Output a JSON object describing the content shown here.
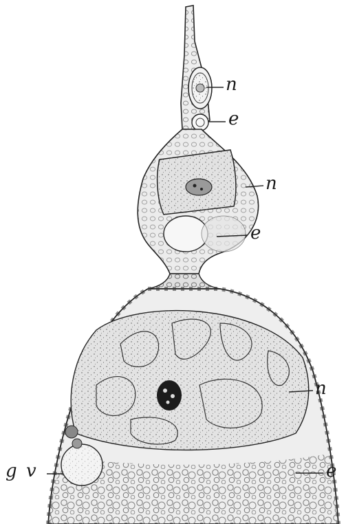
{
  "labels": {
    "upper_n": "n",
    "upper_e": "e",
    "middle_n": "n",
    "middle_e": "e",
    "lower_n": "n",
    "lower_e": "e",
    "g": "g",
    "v": "v"
  },
  "colors": {
    "ink": "#1a1a1a",
    "cytoplasm": "#e9e9e9",
    "nucleoplasm": "#dcdcdc",
    "paper": "#ffffff"
  }
}
